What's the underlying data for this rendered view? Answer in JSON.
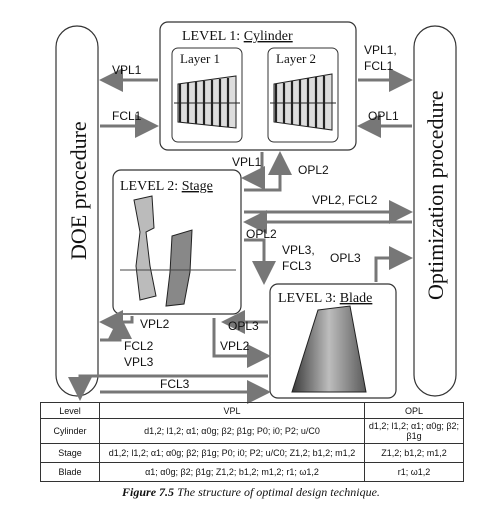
{
  "doe": {
    "label": "DOE procedure"
  },
  "optimization": {
    "label": "Optimization procedure"
  },
  "level1": {
    "title": "LEVEL 1: ",
    "title_link": "Cylinder",
    "layer1": "Layer 1",
    "layer2": "Layer 2"
  },
  "level2": {
    "title": "LEVEL 2: ",
    "title_link": "Stage"
  },
  "level3": {
    "title": "LEVEL 3: ",
    "title_link": "Blade"
  },
  "arrows": {
    "vpl1_left": "VPL1",
    "fcl1_left": "FCL1",
    "vpl1_right_a": "VPL1,",
    "vpl1_right_b": "FCL1",
    "opl1_right": "OPL1",
    "vpl1_mid": "VPL1",
    "opl2_mid": "OPL2",
    "vpl2_fcl2": "VPL2, FCL2",
    "opl2_low": "OPL2",
    "vpl3_a": "VPL3,",
    "vpl3_b": "FCL3",
    "opl3_right": "OPL3",
    "vpl2_left": "VPL2",
    "opl3_mid": "OPL3",
    "fcl2": "FCL2",
    "vpl3_bottom": "VPL3",
    "vpl2_bottom": "VPL2",
    "fcl3": "FCL3"
  },
  "table": {
    "headers": [
      "Level",
      "VPL",
      "OPL"
    ],
    "rows": [
      {
        "level": "Cylinder",
        "vpl": "d1,2; l1,2; α1; α0g; β2; β1g; P0; i0; P2; u/C0",
        "opl": "d1,2; l1,2; α1; α0g; β2; β1g"
      },
      {
        "level": "Stage",
        "vpl": "d1,2; l1,2; α1; α0g; β2; β1g; P0; i0; P2; u/C0; Z1,2; b1,2; m1,2",
        "opl": "Z1,2; b1,2; m1,2"
      },
      {
        "level": "Blade",
        "vpl": "α1; α0g; β2; β1g; Z1,2; b1,2; m1,2; r1; ω1,2",
        "opl": "r1; ω1,2"
      }
    ]
  },
  "caption": {
    "figure": "Figure 7.5",
    "text": "The structure of optimal design technique."
  }
}
